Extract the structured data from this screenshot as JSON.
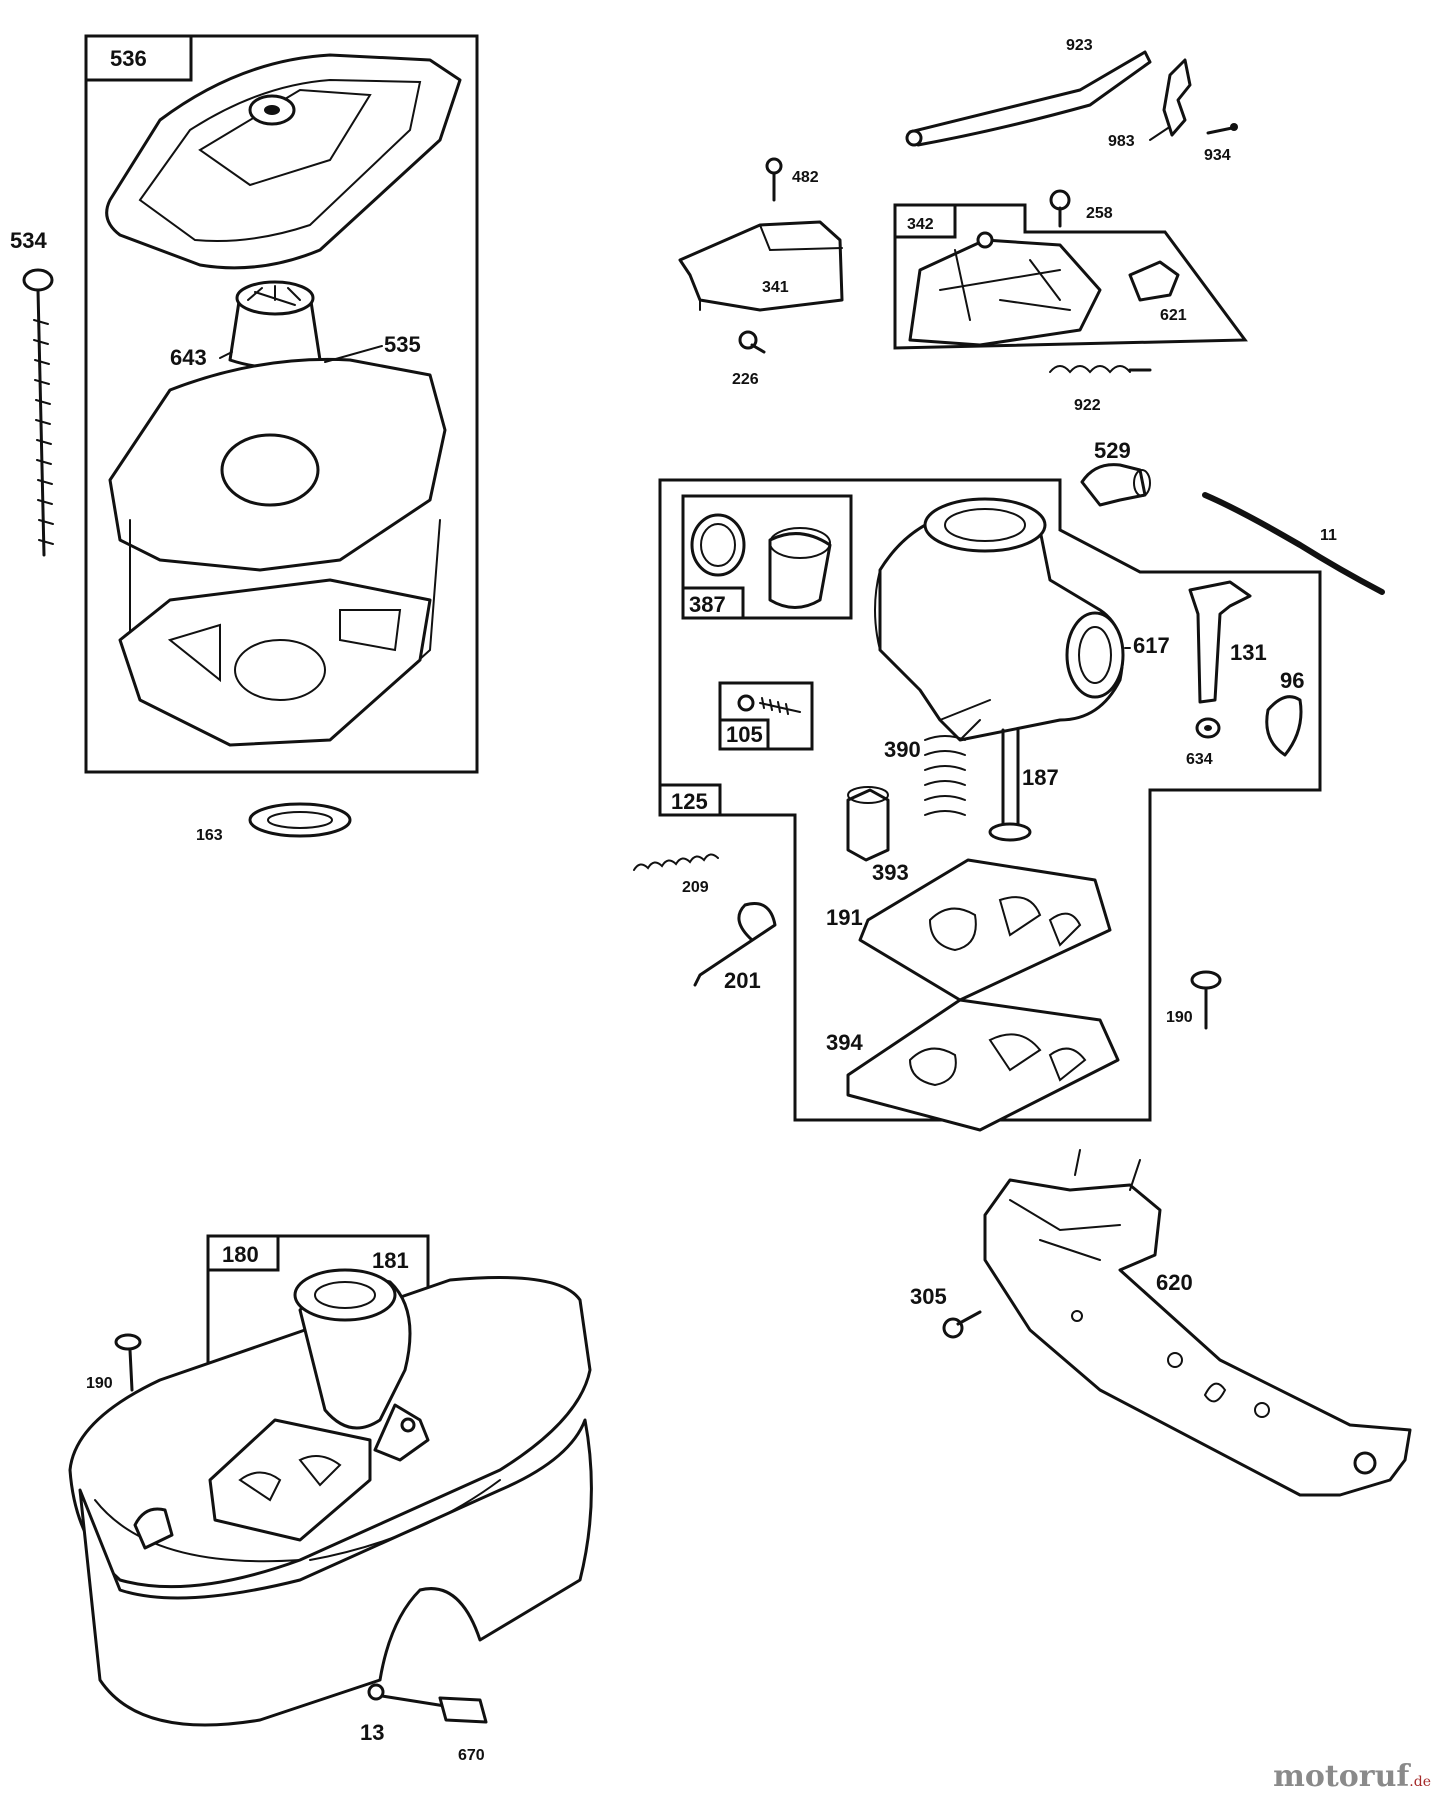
{
  "labels": {
    "p536": "536",
    "p534": "534",
    "p643": "643",
    "p535": "535",
    "p163": "163",
    "p923": "923",
    "p983": "983",
    "p934": "934",
    "p482": "482",
    "p341": "341",
    "p226": "226",
    "p342": "342",
    "p258": "258",
    "p621": "621",
    "p922": "922",
    "p529": "529",
    "p11": "11",
    "p387": "387",
    "p617": "617",
    "p131": "131",
    "p96": "96",
    "p105": "105",
    "p634": "634",
    "p390": "390",
    "p187": "187",
    "p125": "125",
    "p393": "393",
    "p209": "209",
    "p191": "191",
    "p201": "201",
    "p190a": "190",
    "p394": "394",
    "p180": "180",
    "p181": "181",
    "p305": "305",
    "p620": "620",
    "p190b": "190",
    "p13": "13",
    "p670": "670"
  },
  "watermark": {
    "name": "motoruf",
    "tld": ".de"
  }
}
